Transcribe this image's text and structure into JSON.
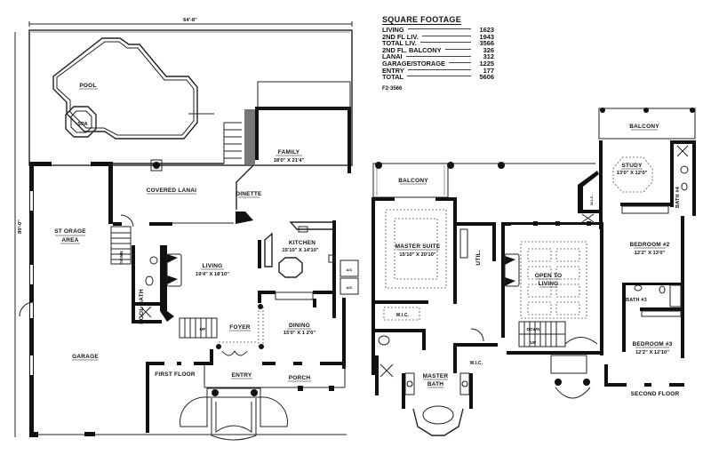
{
  "square_footage": {
    "title": "SQUARE FOOTAGE",
    "rows": [
      {
        "label": "LIVING",
        "value": "1623"
      },
      {
        "label": "2ND FL LIV.",
        "value": "1943"
      },
      {
        "label": "TOTAL LIV.",
        "value": "3566"
      },
      {
        "label": "2ND FL. BALCONY",
        "value": "326"
      },
      {
        "label": "LANAI",
        "value": "312"
      },
      {
        "label": "GARAGE/STORAGE",
        "value": "1225"
      },
      {
        "label": "ENTRY",
        "value": "177"
      },
      {
        "label": "TOTAL",
        "value": "5606"
      }
    ],
    "plan_id": "F2-3566"
  },
  "first_floor": {
    "title": "FIRST FLOOR",
    "width_dim": "64'-8\"",
    "depth_dim": "80'-0\"",
    "rooms": {
      "pool": {
        "name": "POOL"
      },
      "spa": {
        "name": "SPA"
      },
      "family": {
        "name": "FAMILY",
        "size": "18'0\" X 21'4\""
      },
      "covered_lanai": {
        "name": "COVERED LANAI"
      },
      "dinette": {
        "name": "DINETTE"
      },
      "storage": {
        "name": "ST ORAGE",
        "name2": "AREA"
      },
      "kitchen": {
        "name": "KITCHEN",
        "size": "15'10\" X 14'10\""
      },
      "living": {
        "name": "LIVING",
        "size": "19'4\" X 18'10\""
      },
      "pool_bath": {
        "name": "POOL BATH"
      },
      "foyer": {
        "name": "FOYER"
      },
      "dining": {
        "name": "DINING",
        "size": "15'0\" X 1 2'0\""
      },
      "garage": {
        "name": "GARAGE"
      },
      "entry": {
        "name": "ENTRY"
      },
      "porch": {
        "name": "PORCH"
      }
    },
    "stair_up": "UP",
    "stair_down": "DOWN",
    "ac_label": "A/C"
  },
  "second_floor": {
    "title": "SECOND FLOOR",
    "rooms": {
      "balcony_left": {
        "name": "BALCONY"
      },
      "balcony_right": {
        "name": "BALCONY"
      },
      "master_suite": {
        "name": "MASTER SUITE",
        "size": "15'10\" X 20'10\""
      },
      "util": {
        "name": "UTIL."
      },
      "open_to_living": {
        "name": "OPEN TO",
        "name2": "LIVING"
      },
      "study": {
        "name": "STUDY",
        "size": "13'0\" X 12'0\""
      },
      "bath4": {
        "name": "BATH #4"
      },
      "bedroom2": {
        "name": "BEDROOM #2",
        "size": "12'2\" X 13'0\""
      },
      "bath3": {
        "name": "BATH #3"
      },
      "bedroom3": {
        "name": "BEDROOM #3",
        "size": "12'2\" X 12'10\""
      },
      "master_wic": {
        "name": "W.I.C."
      },
      "master_wic2": {
        "name": "W.I.C."
      },
      "master_bath": {
        "name": "MASTER",
        "name2": "BATH"
      },
      "study_wic": {
        "name": "W.I.C."
      }
    },
    "stair_down": "DOWN",
    "stair_up": "UP"
  }
}
